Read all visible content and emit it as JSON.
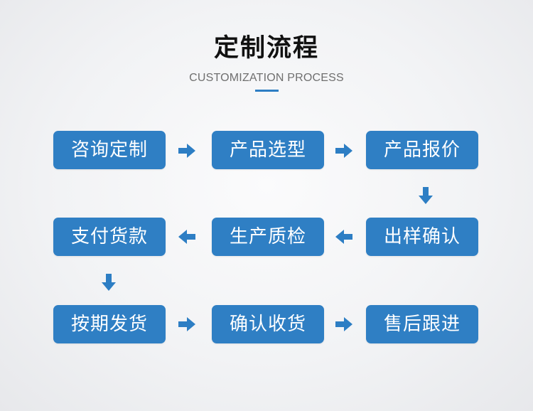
{
  "header": {
    "title": "定制流程",
    "subtitle": "CUSTOMIZATION PROCESS"
  },
  "colors": {
    "step_box": "#2f7fc4",
    "arrow": "#2d7ec4",
    "accent_line": "#2d7ec4",
    "title_text": "#111111",
    "subtitle_text": "#6f6f6f"
  },
  "steps": [
    {
      "label": "咨询定制"
    },
    {
      "label": "产品选型"
    },
    {
      "label": "产品报价"
    },
    {
      "label": "出样确认"
    },
    {
      "label": "生产质检"
    },
    {
      "label": "支付货款"
    },
    {
      "label": "按期发货"
    },
    {
      "label": "确认收货"
    },
    {
      "label": "售后跟进"
    }
  ],
  "arrows": [
    {
      "direction": "right",
      "from": "咨询定制",
      "to": "产品选型"
    },
    {
      "direction": "right",
      "from": "产品选型",
      "to": "产品报价"
    },
    {
      "direction": "down",
      "from": "产品报价",
      "to": "出样确认"
    },
    {
      "direction": "left",
      "from": "出样确认",
      "to": "生产质检"
    },
    {
      "direction": "left",
      "from": "生产质检",
      "to": "支付货款"
    },
    {
      "direction": "down",
      "from": "支付货款",
      "to": "按期发货"
    },
    {
      "direction": "right",
      "from": "按期发货",
      "to": "确认收货"
    },
    {
      "direction": "right",
      "from": "确认收货",
      "to": "售后跟进"
    }
  ]
}
